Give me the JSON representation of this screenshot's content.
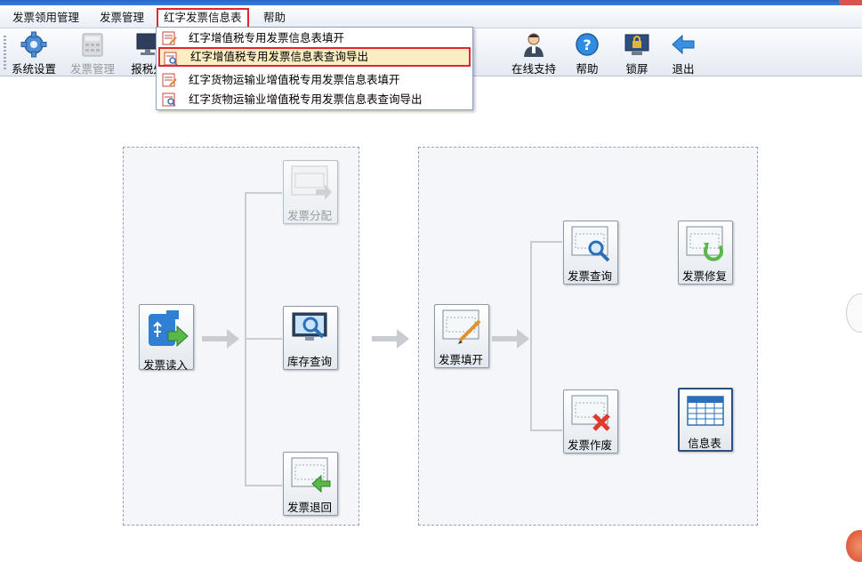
{
  "menu": {
    "items": [
      "发票领用管理",
      "发票管理",
      "红字发票信息表",
      "帮助"
    ]
  },
  "toolbar": {
    "left": [
      {
        "label": "系统设置",
        "icon": "gear-icon",
        "enabled": true
      },
      {
        "label": "发票管理",
        "icon": "calculator-icon",
        "enabled": false
      },
      {
        "label": "报税处",
        "icon": "monitor-icon",
        "enabled": true
      }
    ],
    "right": [
      {
        "label": "在线支持",
        "icon": "support-person-icon"
      },
      {
        "label": "帮助",
        "icon": "help-icon"
      },
      {
        "label": "锁屏",
        "icon": "lock-screen-icon"
      },
      {
        "label": "退出",
        "icon": "exit-arrow-icon"
      }
    ]
  },
  "dropdown": {
    "items": [
      "红字增值税专用发票信息表填开",
      "红字增值税专用发票信息表查询导出",
      "红字货物运输业增值税专用发票信息表填开",
      "红字货物运输业增值税专用发票信息表查询导出"
    ],
    "highlighted_index": 1
  },
  "workflow": {
    "left": {
      "start": "发票读入",
      "branches": [
        "发票分配",
        "库存查询",
        "发票退回"
      ]
    },
    "right": {
      "start": "发票填开",
      "branches": [
        "发票查询",
        "发票作废"
      ],
      "extras": [
        "发票修复",
        "信息表"
      ]
    }
  },
  "colors": {
    "highlight_border": "#e0272f",
    "highlight_fill": "#fbeec2",
    "title_blue": "#2a63c8"
  }
}
